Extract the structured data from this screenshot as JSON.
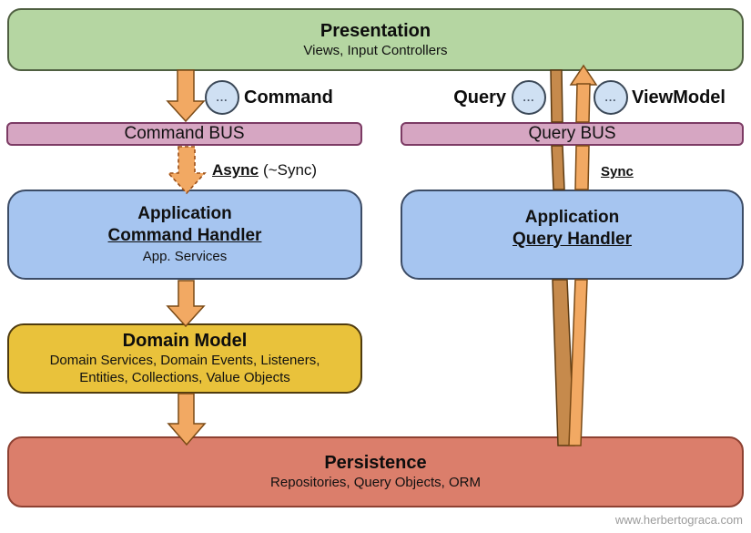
{
  "diagram_title": "CQRS layered architecture flow",
  "nodes": {
    "presentation": {
      "title": "Presentation",
      "subtitle": "Views, Input Controllers"
    },
    "command_bus": {
      "label": "Command BUS"
    },
    "query_bus": {
      "label": "Query BUS"
    },
    "command_handler": {
      "line1": "Application",
      "line2": "Command Handler",
      "line3": "App. Services"
    },
    "query_handler": {
      "line1": "Application",
      "line2": "Query Handler"
    },
    "domain_model": {
      "title": "Domain Model",
      "subtitle1": "Domain Services, Domain Events, Listeners,",
      "subtitle2": "Entities, Collections, Value Objects"
    },
    "persistence": {
      "title": "Persistence",
      "subtitle": "Repositories, Query Objects, ORM"
    }
  },
  "messages": {
    "command": {
      "label": "Command",
      "icon_text": "..."
    },
    "query": {
      "label": "Query",
      "icon_text": "..."
    },
    "viewmodel": {
      "label": "ViewModel",
      "icon_text": "..."
    }
  },
  "annotations": {
    "async_bold": "Async",
    "async_rest": "(~Sync)",
    "sync": "Sync"
  },
  "watermark": "www.herbertograca.com",
  "colors": {
    "presentation_fill": "#b5d6a2",
    "bus_fill": "#d6a6c2",
    "handler_fill": "#a6c5f0",
    "domain_fill": "#e9c23b",
    "persistence_fill": "#db7e6b",
    "arrow_fill": "#f2a963",
    "query_bar_fill": "#c68a4c",
    "message_circle_fill": "#cfe0f3"
  }
}
